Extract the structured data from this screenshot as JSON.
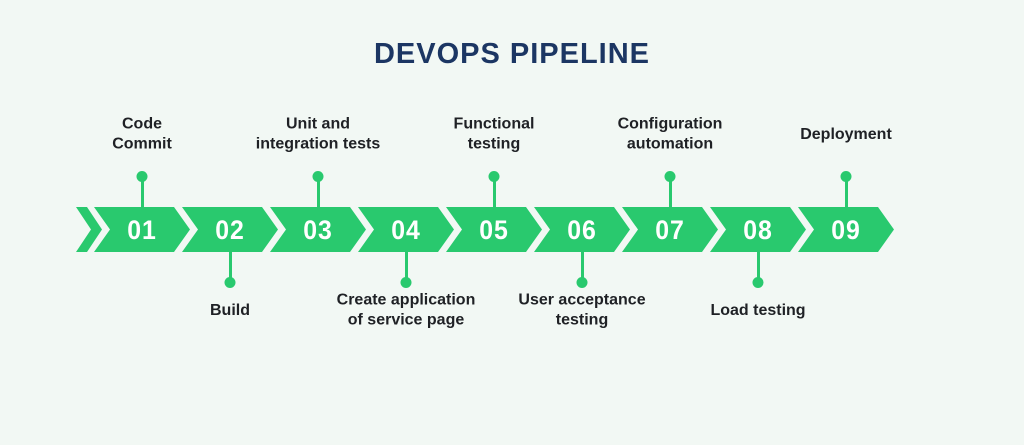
{
  "page": {
    "title": "DEVOPS PIPELINE",
    "colors": {
      "background": "#f2f8f4",
      "green": "#29c96e",
      "title": "#1c3663",
      "label": "#1f2125",
      "number": "#ffffff"
    }
  },
  "steps": [
    {
      "num": "01",
      "label": "Code\nCommit",
      "label_position": "top"
    },
    {
      "num": "02",
      "label": "Build",
      "label_position": "bottom"
    },
    {
      "num": "03",
      "label": "Unit and\nintegration tests",
      "label_position": "top"
    },
    {
      "num": "04",
      "label": "Create application\nof service page",
      "label_position": "bottom"
    },
    {
      "num": "05",
      "label": "Functional\ntesting",
      "label_position": "top"
    },
    {
      "num": "06",
      "label": "User acceptance\ntesting",
      "label_position": "bottom"
    },
    {
      "num": "07",
      "label": "Configuration\nautomation",
      "label_position": "top"
    },
    {
      "num": "08",
      "label": "Load testing",
      "label_position": "bottom"
    },
    {
      "num": "09",
      "label": "Deployment",
      "label_position": "top"
    }
  ]
}
